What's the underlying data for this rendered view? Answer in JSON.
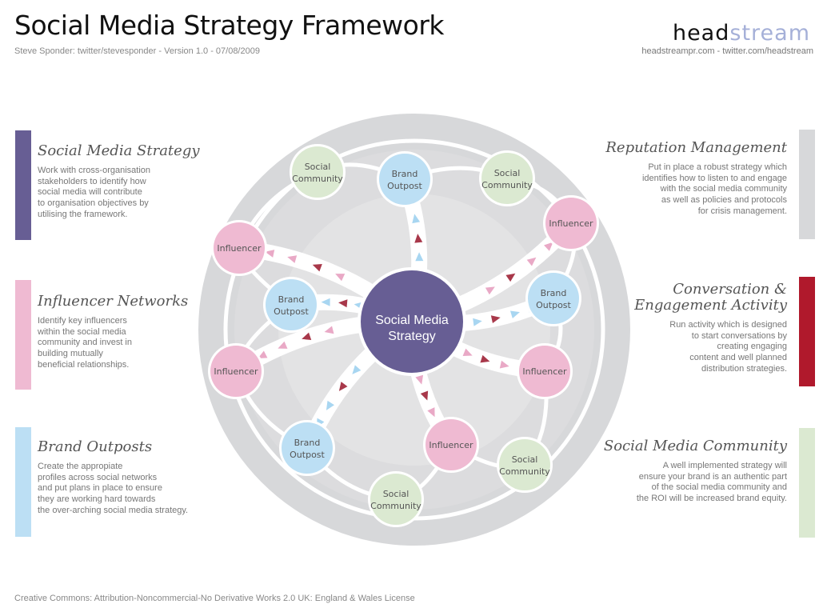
{
  "header": {
    "title": "Social Media Strategy Framework",
    "subtitle": "Steve Sponder: twitter/stevesponder - Version 1.0 - 07/08/2009",
    "logo_part1": "head",
    "logo_part2": "stream",
    "logo_sub": "headstreampr.com - twitter.com/headstream"
  },
  "footer": "Creative Commons: Attribution-Noncommercial-No Derivative Works 2.0 UK: England & Wales License",
  "colors": {
    "strategy": "#675e94",
    "influencer": "#efbad2",
    "brand_outpost": "#bcdff4",
    "social_community": "#dbe9d1",
    "reputation": "#d7d8da",
    "conversation": "#b0192c",
    "arrow_dark": "#a8384a",
    "arrow_pink": "#e9a9c6",
    "arrow_blue": "#a8d6f1",
    "outer_ring": "#d7d8da",
    "inner_ring": "#e3e3e4"
  },
  "panels_left": [
    {
      "heading": "Social Media Strategy",
      "color_key": "strategy",
      "text": "Work with cross-organisation\nstakeholders to identify how\nsocial media will contribute\nto organisation objectives by\nutilising the framework."
    },
    {
      "heading": "Influencer Networks",
      "color_key": "influencer",
      "text": "Identify key influencers\nwithin the social media\ncommunity and invest in\nbuilding mutually\nbeneficial relationships."
    },
    {
      "heading": "Brand Outposts",
      "color_key": "brand_outpost",
      "text": "Create the appropiate\nprofiles across social networks\nand put plans in place to ensure\nthey are working hard towards\nthe over-arching social media strategy."
    }
  ],
  "panels_right": [
    {
      "heading": "Reputation Management",
      "color_key": "reputation",
      "text": "Put in place a robust strategy which\nidentifies how to listen to and engage\nwith the social media community\nas well as policies and protocols\nfor crisis management."
    },
    {
      "heading": "Conversation &\nEngagement Activity",
      "color_key": "conversation",
      "text": "Run activity which is designed\nto start conversations by\ncreating engaging\ncontent and well planned\ndistribution strategies."
    },
    {
      "heading": "Social Media Community",
      "color_key": "social_community",
      "text": "A well implemented strategy will\nensure your brand is an authentic part\nof the social media community and\nthe ROI will be increased brand equity."
    }
  ],
  "diagram": {
    "center": {
      "label_line1": "Social Media",
      "label_line2": "Strategy"
    },
    "nodes": [
      {
        "type": "social_community",
        "line1": "Social",
        "line2": "Community"
      },
      {
        "type": "brand_outpost",
        "line1": "Brand",
        "line2": "Outpost",
        "spoke": true
      },
      {
        "type": "social_community",
        "line1": "Social",
        "line2": "Community"
      },
      {
        "type": "influencer",
        "line1": "Influencer",
        "line2": "",
        "spoke": true
      },
      {
        "type": "brand_outpost",
        "line1": "Brand",
        "line2": "Outpost",
        "spoke": true
      },
      {
        "type": "influencer",
        "line1": "Influencer",
        "line2": "",
        "spoke": true
      },
      {
        "type": "social_community",
        "line1": "Social",
        "line2": "Community"
      },
      {
        "type": "influencer",
        "line1": "Influencer",
        "line2": "",
        "spoke": true
      },
      {
        "type": "social_community",
        "line1": "Social",
        "line2": "Community"
      },
      {
        "type": "brand_outpost",
        "line1": "Brand",
        "line2": "Outpost",
        "spoke": true
      },
      {
        "type": "influencer",
        "line1": "Influencer",
        "line2": "",
        "spoke": true
      },
      {
        "type": "brand_outpost",
        "line1": "Brand",
        "line2": "Outpost",
        "spoke": true
      },
      {
        "type": "influencer",
        "line1": "Influencer",
        "line2": "",
        "spoke": true
      }
    ]
  }
}
